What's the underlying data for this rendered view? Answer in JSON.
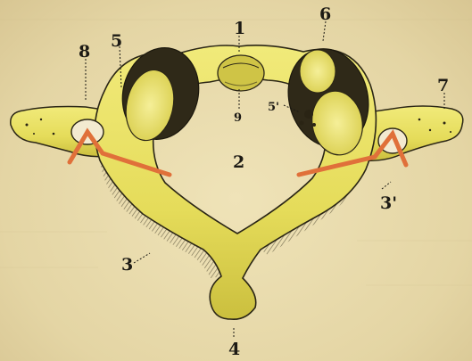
{
  "figure": {
    "bone_color": "#e9e15f",
    "shadow_color": "#3a321c",
    "arrow_color": "#e0703a",
    "paper_color": "#e8dcb0"
  },
  "labels": [
    {
      "id": "label-1",
      "text": "1"
    },
    {
      "id": "label-2",
      "text": "2"
    },
    {
      "id": "label-3",
      "text": "3"
    },
    {
      "id": "label-3p",
      "text": "3'"
    },
    {
      "id": "label-4",
      "text": "4"
    },
    {
      "id": "label-5",
      "text": "5"
    },
    {
      "id": "label-5p",
      "text": "5'"
    },
    {
      "id": "label-6",
      "text": "6"
    },
    {
      "id": "label-7",
      "text": "7"
    },
    {
      "id": "label-8",
      "text": "8"
    },
    {
      "id": "label-9",
      "text": "9"
    }
  ]
}
